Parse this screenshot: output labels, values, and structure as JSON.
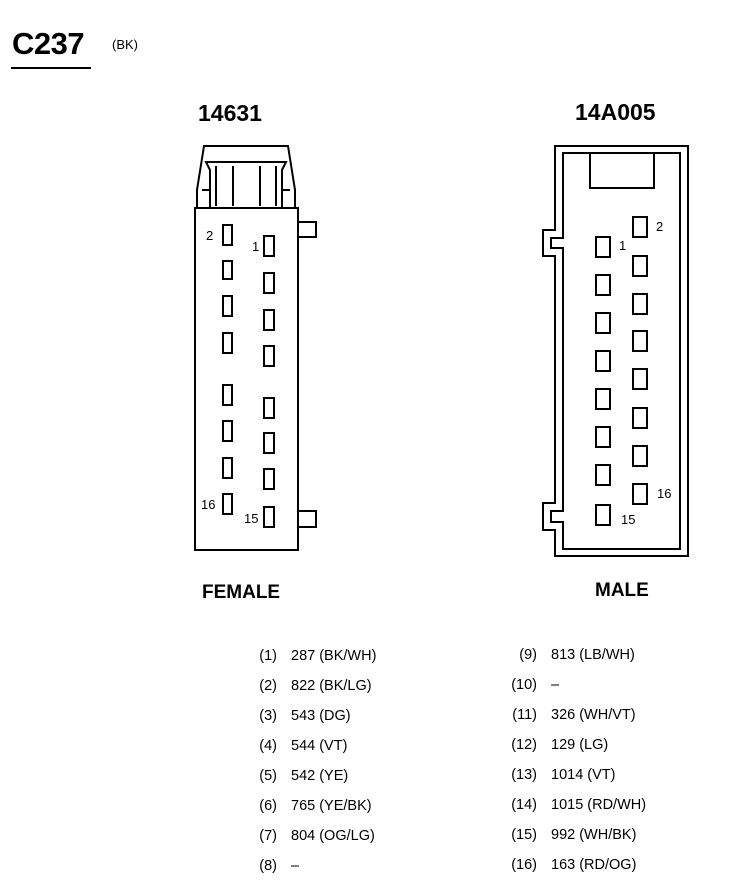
{
  "header": {
    "connector_id": "C237",
    "color_code": "(BK)"
  },
  "connectors": {
    "left": {
      "part_number": "14631",
      "gender_label": "FEMALE",
      "pin_labels": {
        "top_left": "2",
        "top_right": "1",
        "bottom_left": "16",
        "bottom_right": "15"
      }
    },
    "right": {
      "part_number": "14A005",
      "gender_label": "MALE",
      "pin_labels": {
        "top_left": "1",
        "top_right": "2",
        "bottom_left": "15",
        "bottom_right": "16"
      }
    }
  },
  "wiring": [
    {
      "pin": "(1)",
      "circuit": "287 (BK/WH)"
    },
    {
      "pin": "(2)",
      "circuit": "822 (BK/LG)"
    },
    {
      "pin": "(3)",
      "circuit": "543 (DG)"
    },
    {
      "pin": "(4)",
      "circuit": "544 (VT)"
    },
    {
      "pin": "(5)",
      "circuit": "542 (YE)"
    },
    {
      "pin": "(6)",
      "circuit": "765 (YE/BK)"
    },
    {
      "pin": "(7)",
      "circuit": "804 (OG/LG)"
    },
    {
      "pin": "(8)",
      "circuit": "–"
    },
    {
      "pin": "(9)",
      "circuit": "813 (LB/WH)"
    },
    {
      "pin": "(10)",
      "circuit": "–"
    },
    {
      "pin": "(11)",
      "circuit": "326 (WH/VT)"
    },
    {
      "pin": "(12)",
      "circuit": "129 (LG)"
    },
    {
      "pin": "(13)",
      "circuit": "1014 (VT)"
    },
    {
      "pin": "(14)",
      "circuit": "1015 (RD/WH)"
    },
    {
      "pin": "(15)",
      "circuit": "992 (WH/BK)"
    },
    {
      "pin": "(16)",
      "circuit": "163 (RD/OG)"
    }
  ]
}
